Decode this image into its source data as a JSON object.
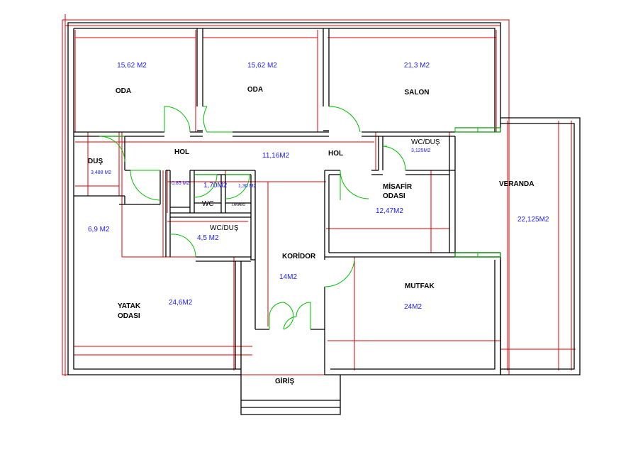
{
  "colors": {
    "wall": "#000000",
    "axis": "#e00000",
    "door": "#00c000",
    "area_text": "#1a1aff",
    "room_text": "#000000"
  },
  "rooms": {
    "oda1": {
      "name": "ODA",
      "area": "15,62 M2"
    },
    "oda2": {
      "name": "ODA",
      "area": "15,62 M2"
    },
    "salon": {
      "name": "SALON",
      "area": "21,3 M2"
    },
    "dus": {
      "name": "DUŞ",
      "area": "3,488 M2"
    },
    "hol_left": {
      "name": "HOL"
    },
    "hol_right": {
      "name": "HOL"
    },
    "hol_area": {
      "area": "11,16M2"
    },
    "wc_dus_top": {
      "name": "WC/DUŞ",
      "area": "3,125M2"
    },
    "small_space": {
      "area": "0,85 M2"
    },
    "wc_small": {
      "name": "WC",
      "area": "1,70M2"
    },
    "lavabo": {
      "name": "LAVABO",
      "area": "1,30 M2"
    },
    "misafir": {
      "name_line1": "MİSAFİR",
      "name_line2": "ODASI",
      "area": "12,47M2"
    },
    "veranda": {
      "name": "VERANDA",
      "area": "22,125M2"
    },
    "left_space": {
      "area": "6,9 M2"
    },
    "wc_dus_mid": {
      "name": "WC/DUŞ",
      "area": "4,5  M2"
    },
    "koridor": {
      "name": "KORİDOR",
      "area": "14M2"
    },
    "mutfak": {
      "name": "MUTFAK",
      "area": "24M2"
    },
    "yatak": {
      "name_line1": "YATAK",
      "name_line2": "ODASI",
      "area": "24,6M2"
    },
    "giris": {
      "name": "GİRİŞ"
    }
  }
}
